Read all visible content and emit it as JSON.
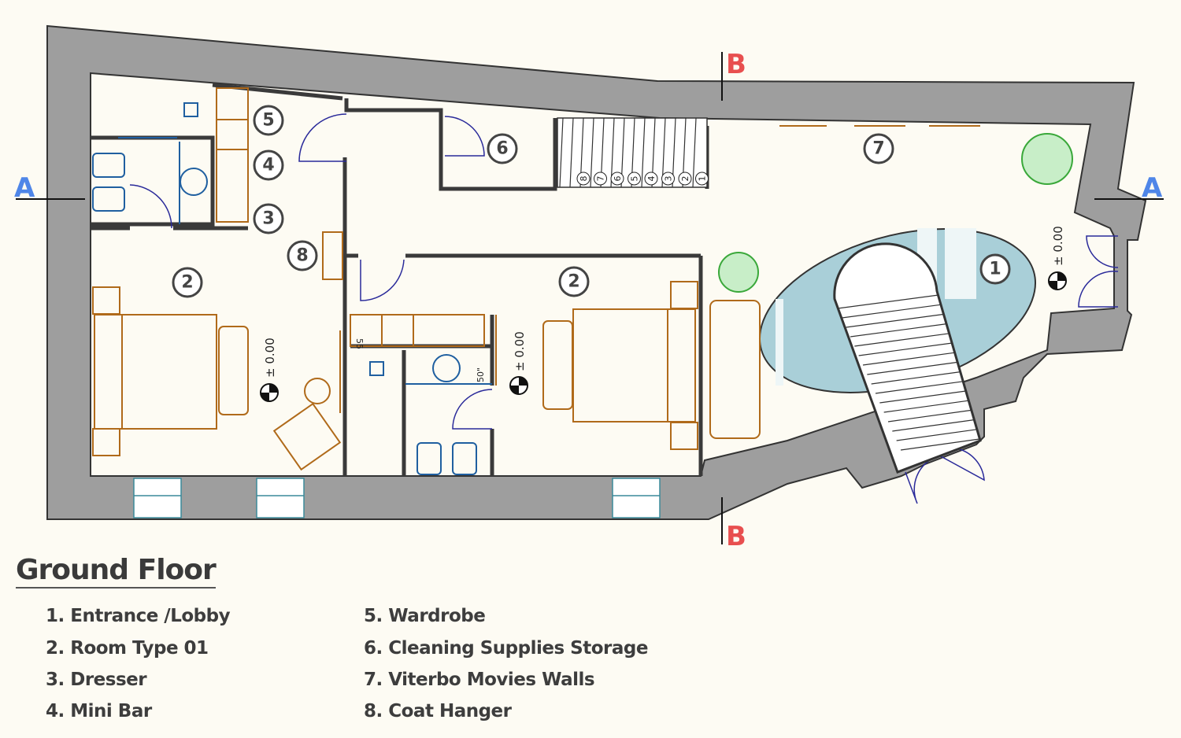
{
  "title": "Ground Floor",
  "legend": [
    "1. Entrance /Lobby",
    "2. Room Type 01",
    "3. Dresser",
    "4. Mini Bar",
    "5. Wardrobe",
    "6. Cleaning Supplies Storage",
    "7. Viterbo Movies Walls",
    "8. Coat Hanger"
  ],
  "room_tags": [
    "1",
    "2",
    "2",
    "3",
    "4",
    "5",
    "6",
    "7",
    "8"
  ],
  "section_marks": {
    "a_left": "A",
    "a_right": "A",
    "b_top": "B",
    "b_bottom": "B"
  },
  "level_marks": [
    "± 0.00",
    "± 0.00",
    "± 0.00"
  ],
  "stair_numbers": [
    "8",
    "7",
    "6",
    "5",
    "4",
    "3",
    "2",
    "1"
  ],
  "dimension_labels": [
    "50\"",
    "55"
  ],
  "colors": {
    "wall": "#9e9e9e",
    "section_a": "#4f86e8",
    "section_b": "#e84f4f",
    "furniture": "#b06a1a",
    "fixtures": "#1f5fa0",
    "pool": "#a9cfd8",
    "plants": "#3aa83a"
  }
}
